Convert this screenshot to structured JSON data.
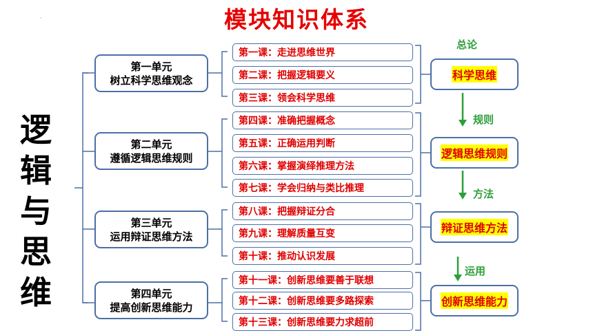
{
  "title": "模块知识体系",
  "left_title": [
    "逻",
    "辑",
    "与",
    "思",
    "维"
  ],
  "units": [
    {
      "line1": "第一单元",
      "line2": "树立科学思维观念"
    },
    {
      "line1": "第二单元",
      "line2": "遵循逻辑思维规则"
    },
    {
      "line1": "第三单元",
      "line2": "运用辩证思维方法"
    },
    {
      "line1": "第四单元",
      "line2": "提高创新思维能力"
    }
  ],
  "lessons": [
    "第一课：走进思维世界",
    "第二课：把握逻辑要义",
    "第三课：领会科学思维",
    "第四课：准确把握概念",
    "第五课：正确运用判断",
    "第六课：掌握演绎推理方法",
    "第七课：学会归纳与类比推理",
    "第八课：把握辩证分合",
    "第九课：理解质量互变",
    "第十课：推动认识发展",
    "第十一课：创新思维要善于联想",
    "第十二课：创新思维要多路探索",
    "第十三课：创新思维要力求超前"
  ],
  "right_boxes": [
    "科学思维",
    "逻辑思维规则",
    "辩证思维方法",
    "创新思维能力"
  ],
  "green_labels": [
    "总论",
    "规则",
    "方法",
    "运用"
  ],
  "colors": {
    "accent_red": "#e60000",
    "green": "#2e9e3a",
    "border_blue": "#4a6fa5",
    "highlight": "#ffff00"
  }
}
